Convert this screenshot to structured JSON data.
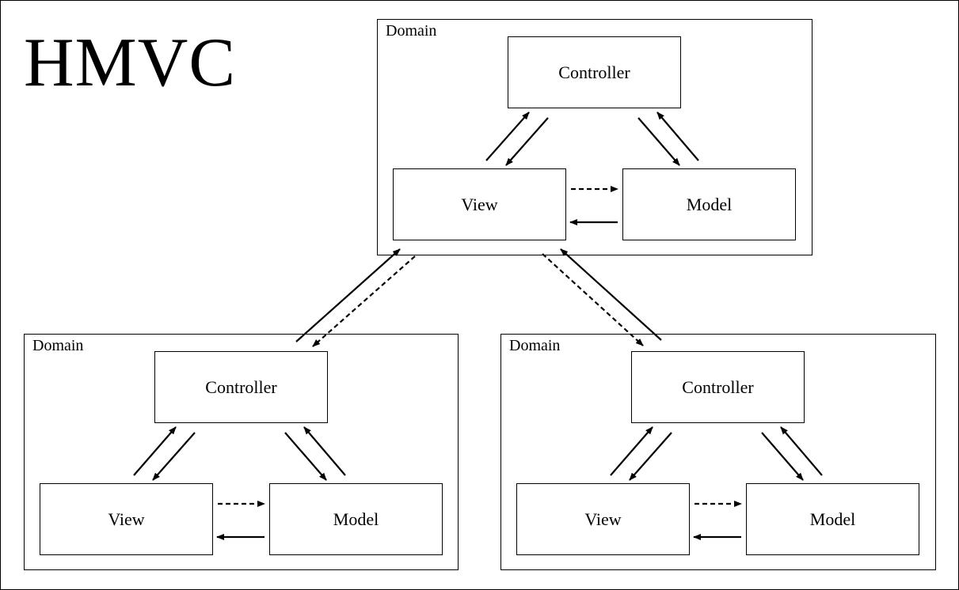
{
  "title": "HMVC",
  "domains": [
    {
      "label": "Domain",
      "nodes": {
        "controller": "Controller",
        "view": "View",
        "model": "Model"
      }
    },
    {
      "label": "Domain",
      "nodes": {
        "controller": "Controller",
        "view": "View",
        "model": "Model"
      }
    },
    {
      "label": "Domain",
      "nodes": {
        "controller": "Controller",
        "view": "View",
        "model": "Model"
      }
    }
  ]
}
